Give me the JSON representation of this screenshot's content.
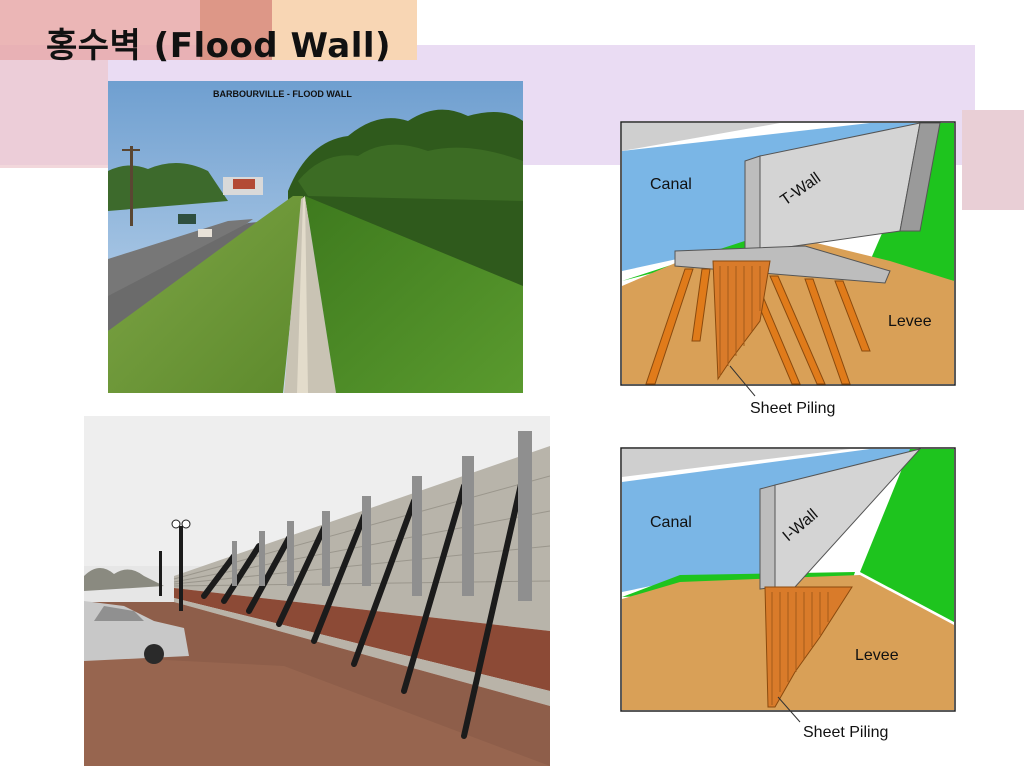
{
  "slide": {
    "title": "홍수벽 (Flood Wall)"
  },
  "photo_top": {
    "caption": "BARBOURVILLE - FLOOD WALL"
  },
  "diagram_twall": {
    "canal_label": "Canal",
    "wall_label": "T-Wall",
    "levee_label": "Levee",
    "piling_label": "Sheet Piling"
  },
  "diagram_iwall": {
    "canal_label": "Canal",
    "wall_label": "I-Wall",
    "levee_label": "Levee",
    "piling_label": "Sheet Piling"
  },
  "colors": {
    "water": "#7ab6e6",
    "grass": "#1ec41e",
    "soil": "#d9a057",
    "piling": "#e07b1a",
    "concrete": "#c8c8c8",
    "deco_purple": "#eadcf0",
    "deco_pink": "#e8b8b8",
    "deco_peach": "#f8d8b8"
  }
}
